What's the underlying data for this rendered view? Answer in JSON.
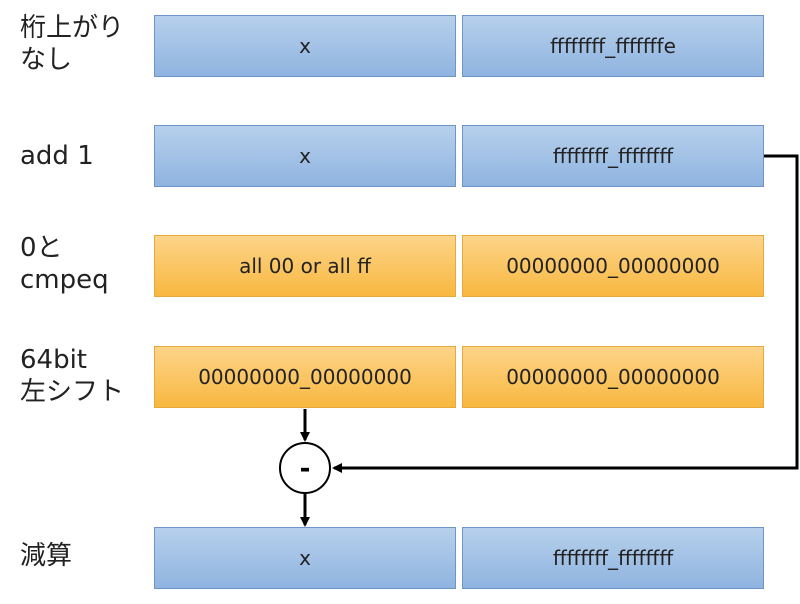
{
  "rows": [
    {
      "label": "桁上がり\nなし",
      "left": "x",
      "right": "ffffffff_fffffffe",
      "color": "blue"
    },
    {
      "label": "add 1",
      "left": "x",
      "right": "ffffffff_ffffffff",
      "color": "blue"
    },
    {
      "label": "0と\ncmpeq",
      "left": "all 00 or all ff",
      "right": "00000000_00000000",
      "color": "orange"
    },
    {
      "label": "64bit\n左シフト",
      "left": "00000000_00000000",
      "right": "00000000_00000000",
      "color": "orange"
    },
    {
      "label": "減算",
      "left": "x",
      "right": "ffffffff_ffffffff",
      "color": "blue"
    }
  ],
  "operator": "-",
  "colors": {
    "blue_fill": "#a9c6e8",
    "orange_fill": "#fbc65d",
    "line": "#000000"
  }
}
